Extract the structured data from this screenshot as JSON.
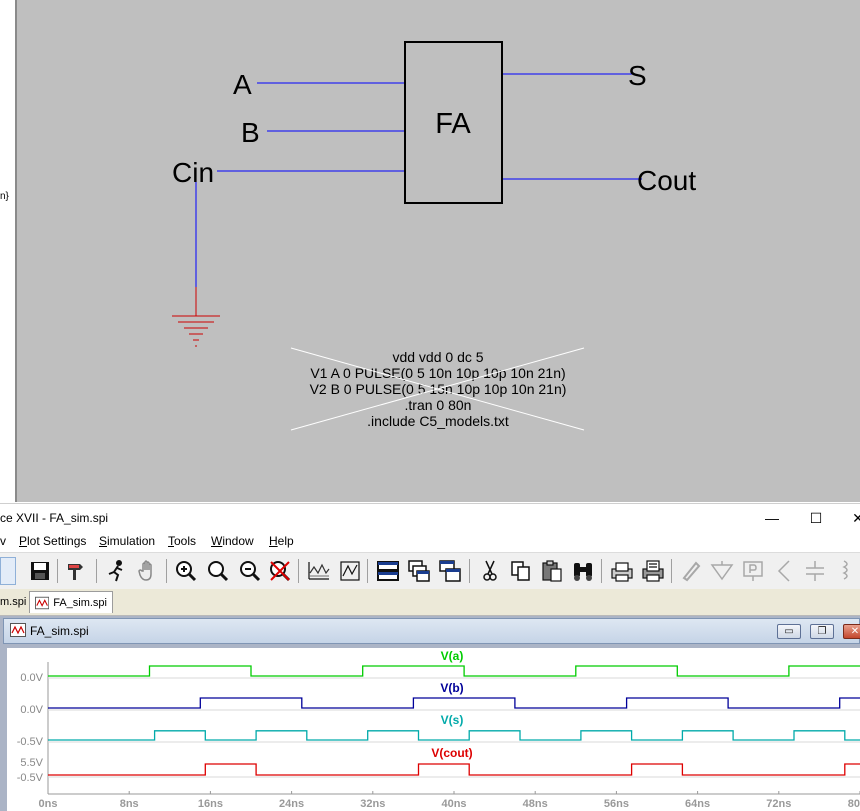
{
  "left_panel": {
    "fragment": "n}"
  },
  "schematic": {
    "block_label": "FA",
    "inputs": [
      {
        "label": "A"
      },
      {
        "label": "B"
      },
      {
        "label": "Cin"
      }
    ],
    "outputs": [
      {
        "label": "S"
      },
      {
        "label": "Cout"
      }
    ],
    "spice_directives": [
      "vdd vdd 0 dc 5",
      "V1 A  0 PULSE(0 5 10n 10p 10p 10n 21n)",
      "V2 B  0 PULSE(0 5 15n 10p 10p 10n 21n)",
      ".tran 0 80n",
      ".include C5_models.txt"
    ],
    "colors": {
      "background": "#bfbfbf",
      "wire": "#0000ff",
      "ground": "#cc0000",
      "text": "#000000"
    }
  },
  "window": {
    "title": "ce XVII - FA_sim.spi",
    "controls": {
      "minimize": "—",
      "maximize": "☐",
      "close": "✕"
    }
  },
  "menu": [
    {
      "label": "v",
      "accel": ""
    },
    {
      "label": "lot Settings",
      "accel": "P"
    },
    {
      "label": "imulation",
      "accel": "S"
    },
    {
      "label": "ools",
      "accel": "T"
    },
    {
      "label": "indow",
      "accel": "W"
    },
    {
      "label": "elp",
      "accel": "H"
    }
  ],
  "toolbar_icons": [
    "save-icon",
    "hammer-icon",
    "run-icon",
    "pan-hand-icon",
    "zoom-in-icon",
    "zoom-extents-icon",
    "zoom-out-icon",
    "zoom-cancel-icon",
    "autorange-icon",
    "plot-icon",
    "tile-horizontal-icon",
    "cascade-icon",
    "tile-vertical-icon",
    "cut-icon",
    "copy-icon",
    "paste-icon",
    "find-icon",
    "print-setup-icon",
    "print-icon",
    "pencil-icon",
    "ground-icon",
    "label-icon",
    "resistor-icon",
    "capacitor-icon",
    "inductor-icon"
  ],
  "tabs": [
    {
      "label": "m.spi"
    },
    {
      "label": "FA_sim.spi"
    }
  ],
  "plot_window": {
    "title": "FA_sim.spi",
    "controls": {
      "minimize": "▭",
      "restore": "❐",
      "close": "✕"
    }
  },
  "chart_data": {
    "type": "line",
    "x_axis": {
      "range": [
        0,
        80
      ],
      "unit": "ns",
      "ticks": [
        "0ns",
        "8ns",
        "16ns",
        "24ns",
        "32ns",
        "40ns",
        "48ns",
        "56ns",
        "64ns",
        "72ns",
        "80"
      ]
    },
    "panes": [
      {
        "name": "V(a)",
        "color": "#00cc00",
        "y_ticks": [
          "0.0V"
        ],
        "ylim": [
          0,
          5
        ],
        "x": [
          0,
          10,
          10,
          20,
          20,
          31,
          31,
          41,
          41,
          52,
          52,
          62,
          62,
          73,
          73,
          80
        ],
        "y": [
          0,
          0,
          5,
          5,
          0,
          0,
          5,
          5,
          0,
          0,
          5,
          5,
          0,
          0,
          5,
          5
        ]
      },
      {
        "name": "V(b)",
        "color": "#000099",
        "y_ticks": [
          "0.0V"
        ],
        "ylim": [
          0,
          5
        ],
        "x": [
          0,
          15,
          15,
          25,
          25,
          36,
          36,
          46,
          46,
          57,
          57,
          67,
          67,
          78,
          78,
          80
        ],
        "y": [
          0,
          0,
          5,
          5,
          0,
          0,
          5,
          5,
          0,
          0,
          5,
          5,
          0,
          0,
          5,
          5
        ]
      },
      {
        "name": "V(s)",
        "color": "#00aaaa",
        "y_ticks": [
          "-0.5V"
        ],
        "ylim": [
          -0.5,
          5.5
        ],
        "x": [
          0,
          10.5,
          10.5,
          15.5,
          15.5,
          20.5,
          20.5,
          25.5,
          25.5,
          31.5,
          31.5,
          36.5,
          36.5,
          41.5,
          41.5,
          46.5,
          46.5,
          52.5,
          52.5,
          57.5,
          57.5,
          62.5,
          62.5,
          67.5,
          67.5,
          73.5,
          73.5,
          78.5,
          78.5,
          80
        ],
        "y": [
          -0.5,
          -0.5,
          5,
          5,
          -0.5,
          -0.5,
          5,
          5,
          -0.5,
          -0.5,
          5,
          5,
          -0.5,
          -0.5,
          5,
          5,
          -0.5,
          -0.5,
          5,
          5,
          -0.5,
          -0.5,
          5,
          5,
          -0.5,
          -0.5,
          5,
          5,
          -0.5,
          -0.5
        ]
      },
      {
        "name": "V(cout)",
        "color": "#dd0000",
        "y_ticks": [
          "5.5V",
          "-0.5V"
        ],
        "ylim": [
          -0.5,
          5.5
        ],
        "x": [
          0,
          15.5,
          15.5,
          20.5,
          20.5,
          36.5,
          36.5,
          41.5,
          41.5,
          57.5,
          57.5,
          62.5,
          62.5,
          78.5,
          78.5,
          80
        ],
        "y": [
          -0.5,
          -0.5,
          5,
          5,
          -0.5,
          -0.5,
          5,
          5,
          -0.5,
          -0.5,
          5,
          5,
          -0.5,
          -0.5,
          5,
          5
        ]
      }
    ],
    "grid": false,
    "legend": "top-center"
  }
}
